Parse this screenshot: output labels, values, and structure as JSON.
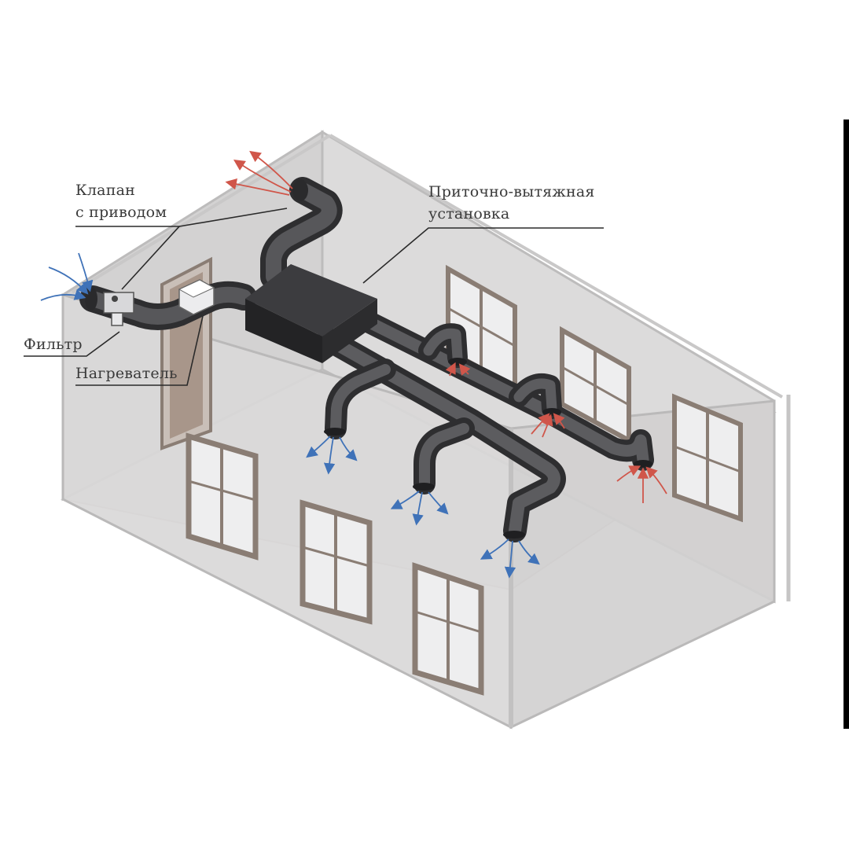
{
  "labels": {
    "valve_line1": "Клапан",
    "valve_line2": "с приводом",
    "unit_line1": "Приточно-вытяжная",
    "unit_line2": "установка",
    "filter": "Фильтр",
    "heater": "Нагреватель"
  },
  "colors": {
    "wall_fill": "#d7d6d6",
    "wall_edge": "#b9b8b8",
    "duct": "#4a4a4c",
    "duct_dark": "#2e2e30",
    "unit_box": "#2f2f31",
    "window_frame": "#8a7d74",
    "window_glass": "#eeeeef",
    "supply_arrow": "#3f72b8",
    "exhaust_arrow": "#d0564a",
    "leader_line": "#2a2a2a"
  }
}
